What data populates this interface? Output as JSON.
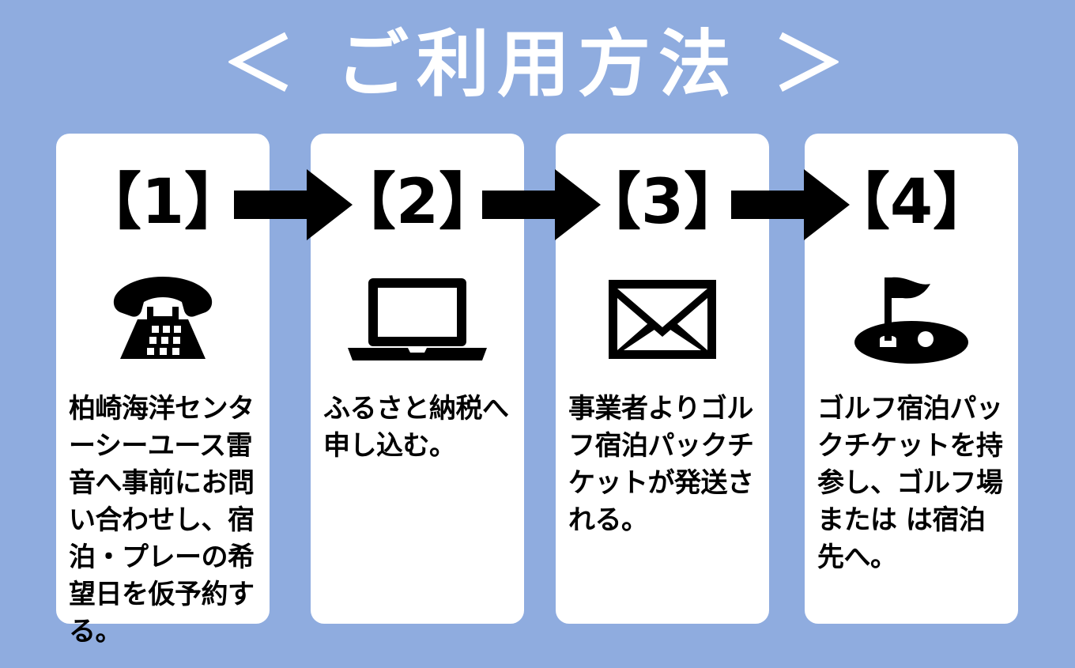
{
  "page": {
    "title": "＜ ご利用方法 ＞",
    "background_color": "#8facdf",
    "card_color": "#ffffff",
    "ink_color": "#000000"
  },
  "steps": [
    {
      "number_label": "【1】",
      "icon": "telephone-icon",
      "text": "柏崎海洋センターシーユース雷音へ事前にお問い合わせし、宿泊・プレーの希望日を仮予約する。"
    },
    {
      "number_label": "【2】",
      "icon": "laptop-icon",
      "text": "ふるさと納税へ申し込む。"
    },
    {
      "number_label": "【3】",
      "icon": "envelope-icon",
      "text": "事業者よりゴルフ宿泊パックチケットが発送される。"
    },
    {
      "number_label": "【4】",
      "icon": "golf-green-flag-icon",
      "text": "ゴルフ宿泊パックチケットを持参し、ゴルフ場または は宿泊先へ。"
    }
  ],
  "connectors": [
    {
      "name": "arrow-step1-to-step2"
    },
    {
      "name": "arrow-step2-to-step3"
    },
    {
      "name": "arrow-step3-to-step4"
    }
  ]
}
